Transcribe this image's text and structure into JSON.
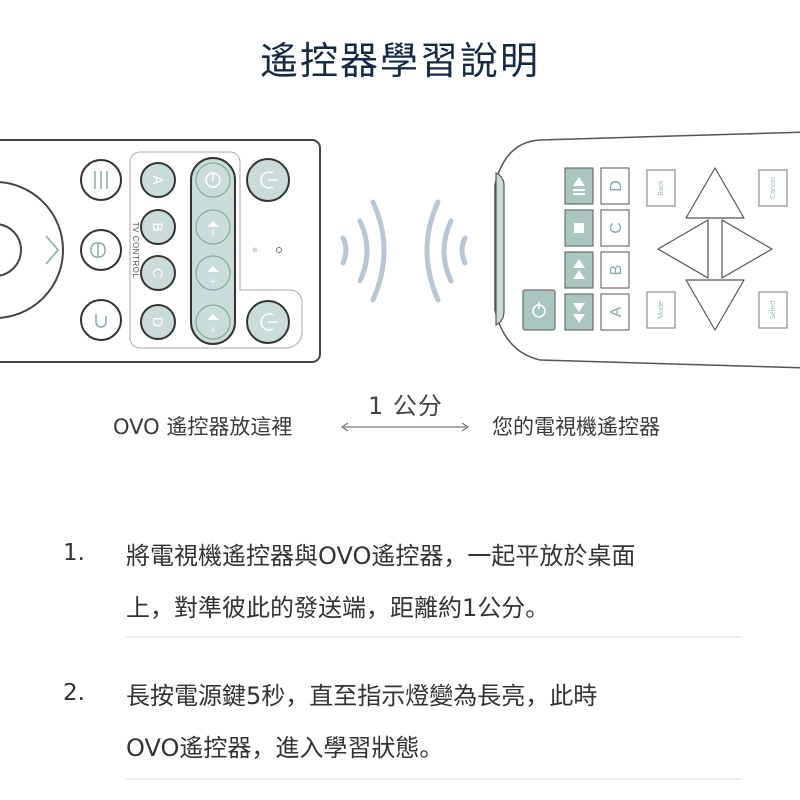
{
  "title": "遙控器學習說明",
  "illustration": {
    "ovo_remote": {
      "side_label": "TV CONTROL",
      "buttons": {
        "letters": [
          "A",
          "B",
          "C",
          "D"
        ],
        "center_column": [
          "power-icon",
          "volume-down-icon",
          "volume-up-icon",
          "mute-icon"
        ],
        "left_column": [
          "menu-icon",
          "input-icon",
          "back-icon"
        ],
        "right_column": [
          "power-icon",
          "power-icon"
        ]
      }
    },
    "tv_remote": {
      "letters": [
        "D",
        "C",
        "B",
        "A"
      ],
      "small_buttons": [
        "Back",
        "Cancel",
        "Mode",
        "Select"
      ]
    },
    "colors": {
      "button_fill": "#c9dcd9",
      "button_stroke": "#444444",
      "signal_waves": "#b9c6d6",
      "title": "#152a45"
    }
  },
  "labels": {
    "left": "OVO 遙控器放這裡",
    "right": "您的電視機遙控器",
    "distance": "1 公分"
  },
  "steps": [
    {
      "number": "1.",
      "line1": "將電視機遙控器與OVO遙控器，一起平放於桌面",
      "line2": "上，對準彼此的發送端，距離約1公分。"
    },
    {
      "number": "2.",
      "line1": "長按電源鍵5秒，直至指示燈變為長亮，此時",
      "line2": "OVO遙控器，進入學習狀態。"
    }
  ]
}
